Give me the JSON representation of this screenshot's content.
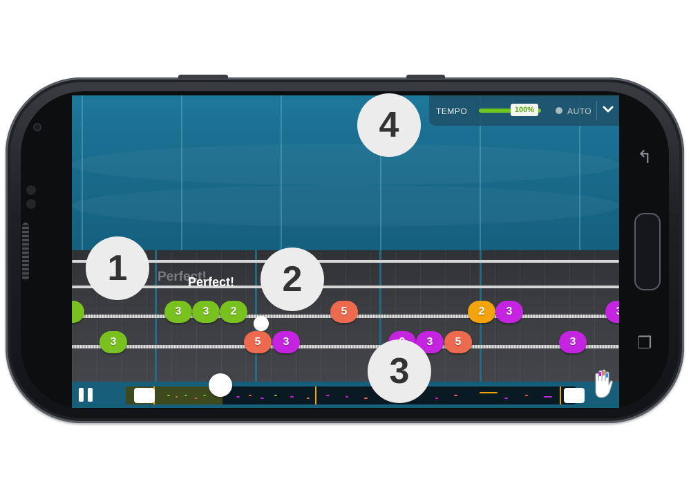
{
  "tempo": {
    "label": "TEMPO",
    "value": "100%",
    "auto_label": "AUTO",
    "expand_icon": "chevron-down-icon"
  },
  "feedback": {
    "ghost": "Perfect!",
    "main": "Perfect!"
  },
  "notes": [
    {
      "fret": "3",
      "color": "green"
    },
    {
      "fret": "3",
      "color": "green"
    },
    {
      "fret": "2",
      "color": "green"
    },
    {
      "fret": "5",
      "color": "red"
    },
    {
      "fret": "2",
      "color": "orange"
    },
    {
      "fret": "3",
      "color": "purple"
    },
    {
      "fret": "3",
      "color": "purple"
    },
    {
      "fret": "3",
      "color": "green"
    },
    {
      "fret": "5",
      "color": "red"
    },
    {
      "fret": "3",
      "color": "purple"
    },
    {
      "fret": "3",
      "color": "purple"
    },
    {
      "fret": "3",
      "color": "purple"
    },
    {
      "fret": "5",
      "color": "red"
    },
    {
      "fret": "3",
      "color": "purple"
    }
  ],
  "callouts": [
    "1",
    "2",
    "3",
    "4"
  ],
  "controls": {
    "pause_icon": "pause-icon",
    "hand_icon": "hand-icon"
  },
  "colors": {
    "green": "#79c11f",
    "red": "#ed6a4f",
    "purple": "#c424e0",
    "orange": "#f3a40c"
  }
}
